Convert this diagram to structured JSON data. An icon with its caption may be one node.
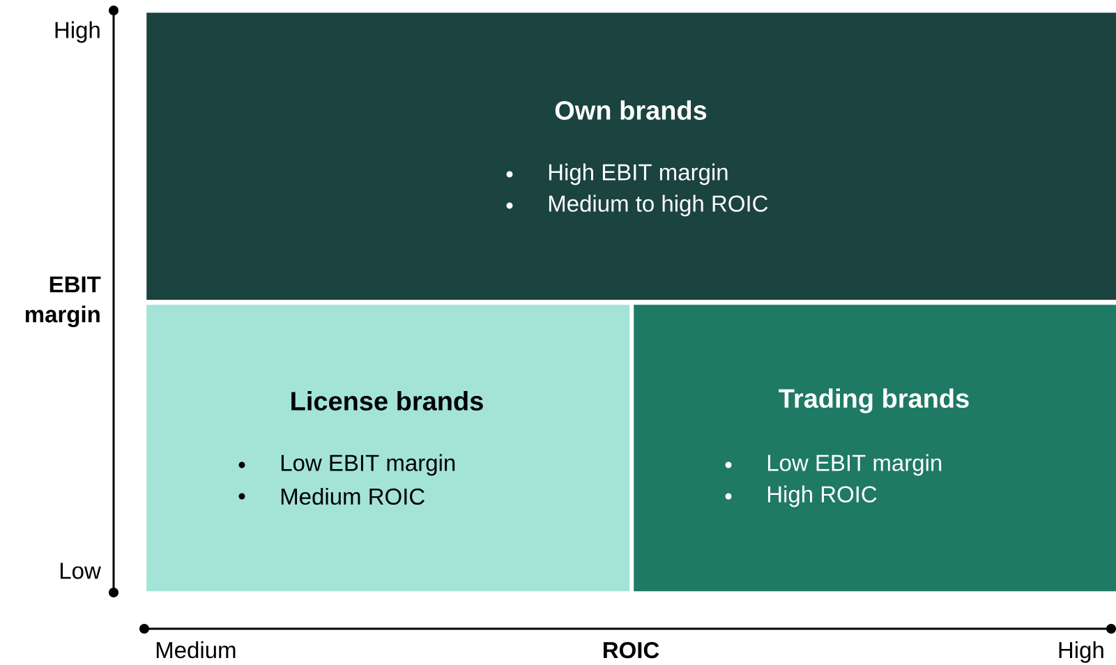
{
  "diagram": {
    "nodes": [
      {
        "text": [
          "Own brands",
          "High EBIT margin",
          "Medium to high ROIC"
        ]
      },
      {
        "text": [
          "License brands",
          "Low EBIT margin",
          "Medium ROIC"
        ]
      },
      {
        "text": [
          "Trading brands",
          "Low EBIT margin",
          "High ROIC"
        ]
      }
    ],
    "labels": [
      "High",
      "EBIT margin",
      "Low",
      "Medium",
      "ROIC",
      "High"
    ]
  }
}
